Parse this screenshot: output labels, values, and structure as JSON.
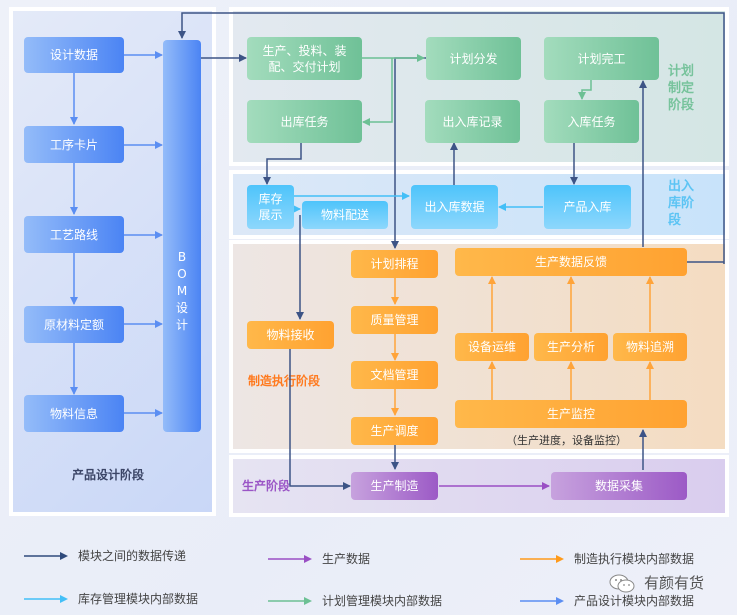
{
  "stages": {
    "design": "产品设计阶段",
    "plan": "计划制定阶段",
    "warehouse": "出入库阶段",
    "execution": "制造执行阶段",
    "production": "生产阶段"
  },
  "design_boxes": [
    "设计数据",
    "工序卡片",
    "工艺路线",
    "原材料定额",
    "物料信息"
  ],
  "bom": "BOM设计",
  "plan_boxes": {
    "plan_main": "生产、投料、装配、交付计划",
    "dispatch": "计划分发",
    "complete": "计划完工",
    "outbound_task": "出库任务",
    "io_record": "出入库记录",
    "inbound_task": "入库任务"
  },
  "warehouse_boxes": {
    "inventory": "库存展示",
    "material_delivery": "物料配送",
    "io_data": "出入库数据",
    "product_inbound": "产品入库"
  },
  "execution_boxes": {
    "material_receive": "物料接收",
    "scheduling": "计划排程",
    "quality": "质量管理",
    "docs": "文档管理",
    "dispatching": "生产调度",
    "feedback": "生产数据反馈",
    "maintenance": "设备运维",
    "analysis": "生产分析",
    "traceability": "物料追溯",
    "monitor": "生产监控",
    "monitor_note": "（生产进度，设备监控）"
  },
  "production_boxes": {
    "manufacture": "生产制造",
    "collection": "数据采集"
  },
  "legend": [
    {
      "label": "模块之间的数据传递",
      "color": "#2f4a7c"
    },
    {
      "label": "生产数据",
      "color": "#9a4fc4"
    },
    {
      "label": "制造执行模块内部数据",
      "color": "#ff9a1a"
    },
    {
      "label": "库存管理模块内部数据",
      "color": "#43bff7"
    },
    {
      "label": "计划管理模块内部数据",
      "color": "#6cc094"
    },
    {
      "label": "产品设计模块内部数据",
      "color": "#5b8ef2"
    }
  ],
  "watermark": "有颜有货",
  "colors": {
    "inter_module": "#3d5486",
    "design": "#5b8ef2",
    "plan": "#6cc094",
    "warehouse": "#43bff7",
    "execution": "#ffa43a",
    "production": "#9a4fc4"
  }
}
